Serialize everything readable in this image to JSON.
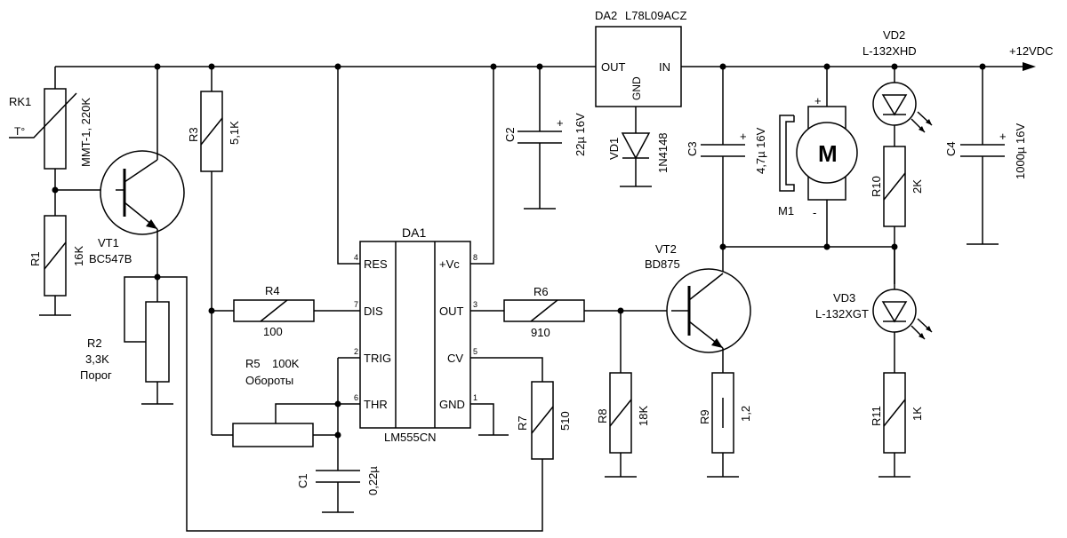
{
  "supply": {
    "label": "+12VDC"
  },
  "rk1": {
    "ref": "RK1",
    "value": "MMT-1, 220K",
    "temp": "T°"
  },
  "r1": {
    "ref": "R1",
    "value": "16K"
  },
  "r2": {
    "ref": "R2",
    "value": "3,3K",
    "note": "Порог"
  },
  "r3": {
    "ref": "R3",
    "value": "5,1K"
  },
  "r4": {
    "ref": "R4",
    "value": "100"
  },
  "r5": {
    "ref": "R5",
    "value": "100K",
    "note": "Обороты"
  },
  "r6": {
    "ref": "R6",
    "value": "910"
  },
  "r7": {
    "ref": "R7",
    "value": "510"
  },
  "r8": {
    "ref": "R8",
    "value": "18K"
  },
  "r9": {
    "ref": "R9",
    "value": "1,2"
  },
  "r10": {
    "ref": "R10",
    "value": "2K"
  },
  "r11": {
    "ref": "R11",
    "value": "1K"
  },
  "c1": {
    "ref": "C1",
    "value": "0,22µ"
  },
  "c2": {
    "ref": "C2",
    "value": "22µ 16V",
    "plus": "+"
  },
  "c3": {
    "ref": "C3",
    "value": "4,7µ 16V",
    "plus": "+"
  },
  "c4": {
    "ref": "C4",
    "value": "1000µ 16V",
    "plus": "+"
  },
  "vt1": {
    "ref": "VT1",
    "part": "BC547B"
  },
  "vt2": {
    "ref": "VT2",
    "part": "BD875"
  },
  "vd1": {
    "ref": "VD1",
    "part": "1N4148"
  },
  "vd2": {
    "ref": "VD2",
    "part": "L-132XHD"
  },
  "vd3": {
    "ref": "VD3",
    "part": "L-132XGT"
  },
  "m1": {
    "ref": "M1",
    "symbol": "M",
    "plus": "+",
    "minus": "-"
  },
  "da1": {
    "ref": "DA1",
    "part": "LM555CN",
    "pins": [
      {
        "num": "4",
        "name": "RES"
      },
      {
        "num": "7",
        "name": "DIS"
      },
      {
        "num": "2",
        "name": "TRIG"
      },
      {
        "num": "6",
        "name": "THR"
      },
      {
        "num": "8",
        "name": "+Vc"
      },
      {
        "num": "3",
        "name": "OUT"
      },
      {
        "num": "5",
        "name": "CV"
      },
      {
        "num": "1",
        "name": "GND"
      }
    ]
  },
  "da2": {
    "ref": "DA2",
    "part": "L78L09ACZ",
    "pin_out": "OUT",
    "pin_in": "IN",
    "pin_gnd": "GND"
  }
}
